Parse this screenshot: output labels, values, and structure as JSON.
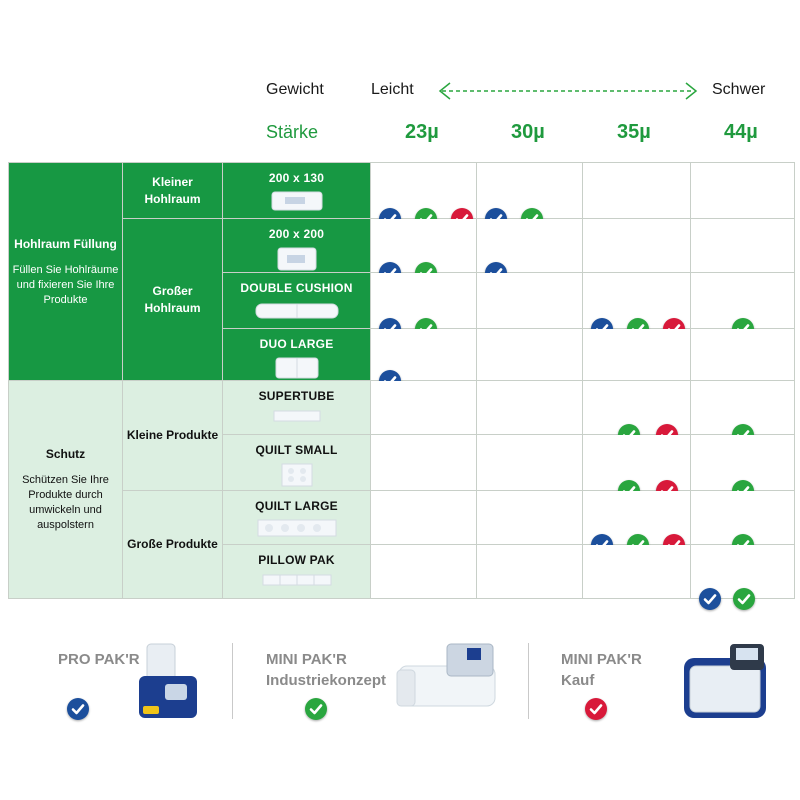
{
  "header": {
    "gewicht_label": "Gewicht",
    "leicht_label": "Leicht",
    "schwer_label": "Schwer",
    "staerke_label": "Stärke",
    "thicknesses": [
      "23µ",
      "30µ",
      "35µ",
      "44µ"
    ]
  },
  "colors": {
    "green_dark": "#179843",
    "green_light": "#dcefe1",
    "check_blue": "#1c4f9c",
    "check_green": "#2aa63f",
    "check_red": "#d8193a"
  },
  "categories": [
    {
      "title": "Hohlraum Füllung",
      "description": "Füllen Sie Hohlräume und fixieren Sie Ihre Produkte"
    },
    {
      "title": "Schutz",
      "description": "Schützen Sie Ihre Produkte durch umwickeln und auspolstern"
    }
  ],
  "subcategories": [
    "Kleiner Hohlraum",
    "Großer Hohlraum",
    "Kleine Produkte",
    "Große Produkte"
  ],
  "products": [
    {
      "name": "200 x 130",
      "checks": [
        [
          "blue",
          "green",
          "red"
        ],
        [
          "blue",
          "green"
        ],
        [],
        []
      ]
    },
    {
      "name": "200 x 200",
      "checks": [
        [
          "blue",
          "green"
        ],
        [
          "blue"
        ],
        [],
        []
      ]
    },
    {
      "name": "DOUBLE CUSHION",
      "checks": [
        [
          "blue",
          "green"
        ],
        [],
        [
          "blue",
          "green",
          "red"
        ],
        [
          "green"
        ]
      ]
    },
    {
      "name": "DUO LARGE",
      "checks": [
        [
          "blue"
        ],
        [],
        [],
        []
      ]
    },
    {
      "name": "SUPERTUBE",
      "checks": [
        [],
        [],
        [
          "green",
          "red"
        ],
        [
          "green"
        ]
      ]
    },
    {
      "name": "QUILT SMALL",
      "checks": [
        [],
        [],
        [
          "green",
          "red"
        ],
        [
          "green"
        ]
      ]
    },
    {
      "name": "QUILT LARGE",
      "checks": [
        [],
        [],
        [
          "blue",
          "green",
          "red"
        ],
        [
          "green"
        ]
      ]
    },
    {
      "name": "PILLOW PAK",
      "checks": [
        [],
        [],
        [],
        [
          "blue",
          "green"
        ]
      ]
    }
  ],
  "machines": [
    {
      "title": "PRO PAK'R",
      "subtitle": "",
      "check": "blue"
    },
    {
      "title": "MINI PAK'R",
      "subtitle": "Industriekonzept",
      "check": "green"
    },
    {
      "title": "MINI PAK'R",
      "subtitle": "Kauf",
      "check": "red"
    }
  ]
}
